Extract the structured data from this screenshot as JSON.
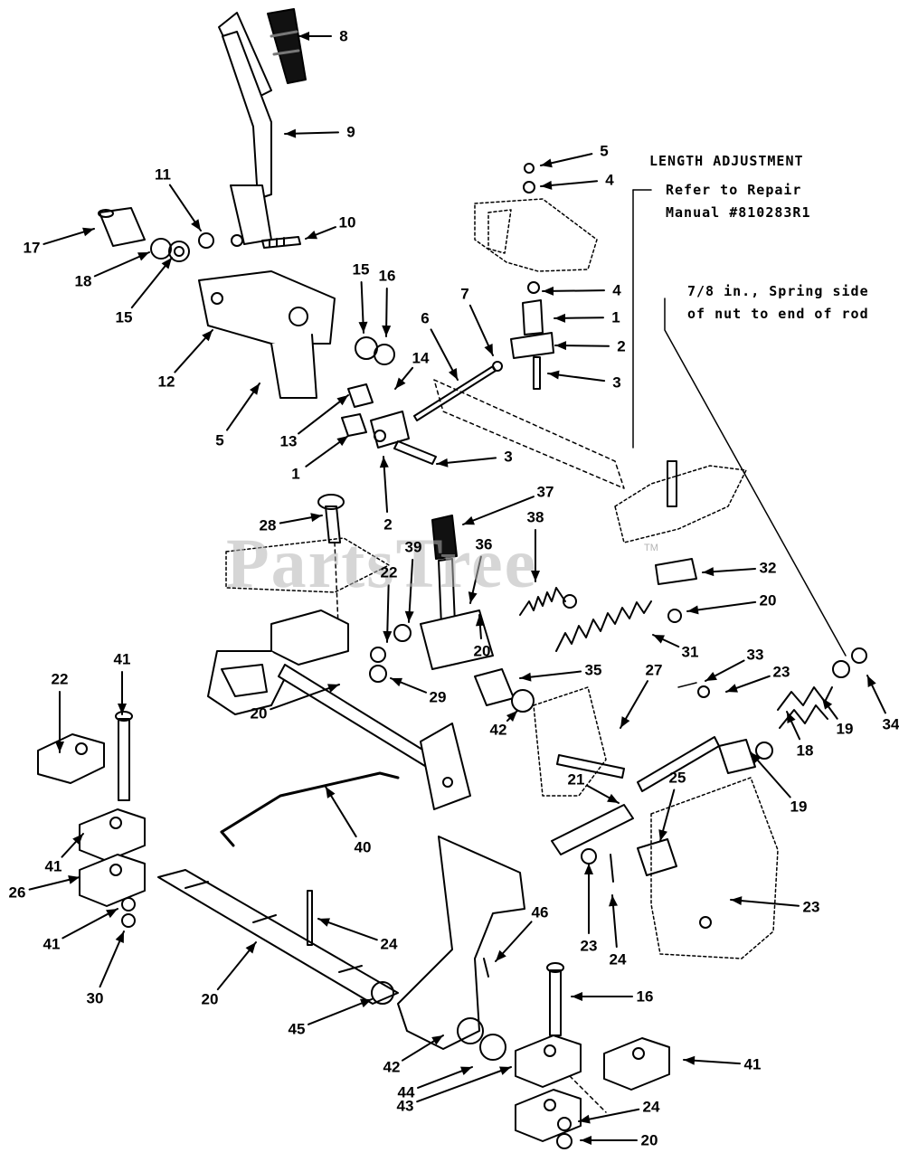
{
  "notes": {
    "length_adjustment_title": "LENGTH ADJUSTMENT",
    "length_adjustment_line1": "Refer to Repair",
    "length_adjustment_line2": "Manual #810283R1",
    "spring_line1": "7/8 in., Spring  side",
    "spring_line2": "of nut to end of rod"
  },
  "watermark": {
    "text": "PartsTree",
    "tm": "TM"
  },
  "callouts": [
    "8",
    "9",
    "5",
    "4",
    "11",
    "10",
    "17",
    "18",
    "15",
    "12",
    "15",
    "16",
    "7",
    "6",
    "4",
    "1",
    "2",
    "3",
    "14",
    "5",
    "13",
    "1",
    "3",
    "2",
    "37",
    "28",
    "38",
    "39",
    "36",
    "22",
    "20",
    "31",
    "29",
    "35",
    "32",
    "20",
    "20",
    "27",
    "33",
    "23",
    "22",
    "41",
    "42",
    "34",
    "19",
    "18",
    "19",
    "21",
    "25",
    "40",
    "26",
    "41",
    "24",
    "46",
    "23",
    "24",
    "23",
    "30",
    "20",
    "45",
    "16",
    "42",
    "44",
    "41",
    "43",
    "41",
    "24",
    "20"
  ]
}
